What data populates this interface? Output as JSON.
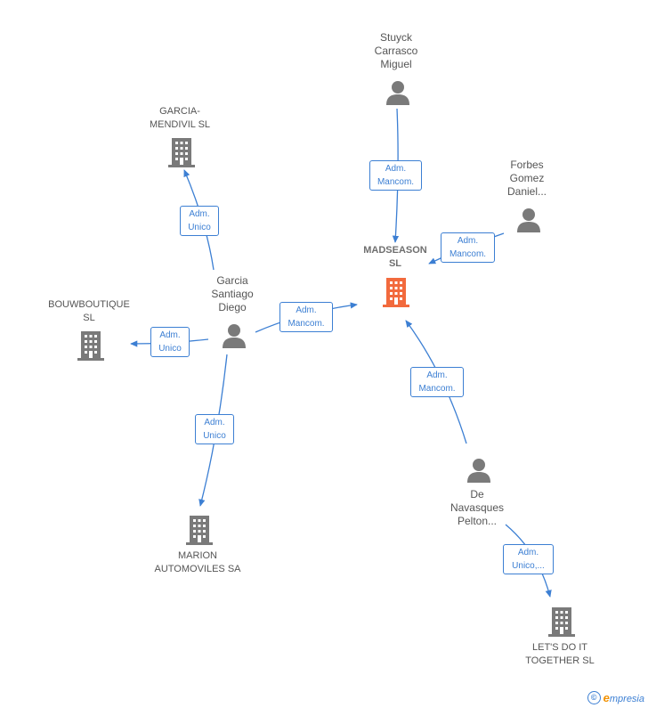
{
  "nodes": {
    "madseason": {
      "lines": [
        "MADSEASON",
        "SL"
      ],
      "type": "company",
      "focus": true
    },
    "stuyck": {
      "lines": [
        "Stuyck",
        "Carrasco",
        "Miguel"
      ],
      "type": "person"
    },
    "forbes": {
      "lines": [
        "Forbes",
        "Gomez",
        "Daniel..."
      ],
      "type": "person"
    },
    "garcia_mendivil": {
      "lines": [
        "GARCIA-",
        "MENDIVIL SL"
      ],
      "type": "company"
    },
    "garcia_santiago": {
      "lines": [
        "Garcia",
        "Santiago",
        "Diego"
      ],
      "type": "person"
    },
    "bouwboutique": {
      "lines": [
        "BOUWBOUTIQUE",
        "SL"
      ],
      "type": "company"
    },
    "marion": {
      "lines": [
        "MARION",
        "AUTOMOVILES SA"
      ],
      "type": "company"
    },
    "de_navasques": {
      "lines": [
        "De",
        "Navasques",
        "Pelton..."
      ],
      "type": "person"
    },
    "lets_do_it": {
      "lines": [
        "LET'S DO IT",
        "TOGETHER SL"
      ],
      "type": "company"
    }
  },
  "edges": [
    {
      "from": "stuyck",
      "to": "madseason",
      "label": [
        "Adm.",
        "Mancom."
      ]
    },
    {
      "from": "forbes",
      "to": "madseason",
      "label": [
        "Adm.",
        "Mancom."
      ]
    },
    {
      "from": "garcia_santiago",
      "to": "madseason",
      "label": [
        "Adm.",
        "Mancom."
      ]
    },
    {
      "from": "de_navasques",
      "to": "madseason",
      "label": [
        "Adm.",
        "Mancom."
      ]
    },
    {
      "from": "garcia_santiago",
      "to": "garcia_mendivil",
      "label": [
        "Adm.",
        "Unico"
      ]
    },
    {
      "from": "garcia_santiago",
      "to": "bouwboutique",
      "label": [
        "Adm.",
        "Unico"
      ]
    },
    {
      "from": "garcia_santiago",
      "to": "marion",
      "label": [
        "Adm.",
        "Unico"
      ]
    },
    {
      "from": "de_navasques",
      "to": "lets_do_it",
      "label": [
        "Adm.",
        "Unico,..."
      ]
    }
  ],
  "colors": {
    "edge": "#3c7fd3",
    "focus_company": "#f26a3d",
    "company": "#7a7a7a",
    "person": "#7a7a7a"
  },
  "icons": {
    "company": "building-icon",
    "person": "person-icon"
  },
  "footer": {
    "copyright": "©",
    "brand_initial": "e",
    "brand_rest": "mpresia"
  }
}
